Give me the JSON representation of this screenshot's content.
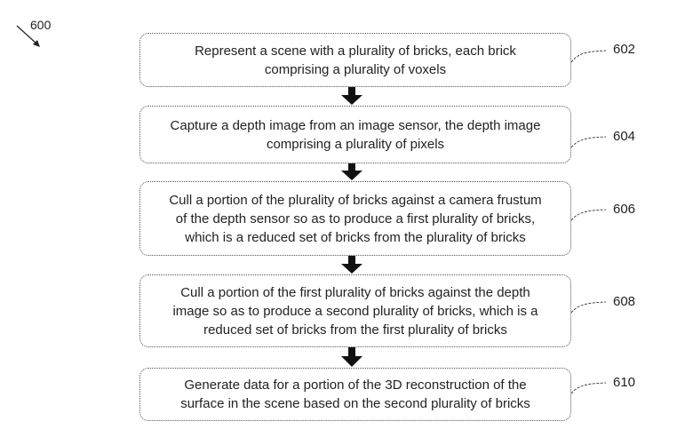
{
  "figure": {
    "label": "600"
  },
  "steps": [
    {
      "ref": "602",
      "lines": [
        "Represent a scene with a plurality of bricks, each brick",
        "comprising a plurality of voxels"
      ]
    },
    {
      "ref": "604",
      "lines": [
        "Capture a depth image from an image sensor, the depth image",
        "comprising a plurality of pixels"
      ]
    },
    {
      "ref": "606",
      "lines": [
        "Cull a portion of the plurality of bricks against a camera frustum",
        "of the depth sensor so as to produce a first plurality of bricks,",
        "which is a reduced set of bricks from the plurality of bricks"
      ]
    },
    {
      "ref": "608",
      "lines": [
        "Cull a portion of the first plurality of bricks against the depth",
        "image so as to produce a second plurality of bricks, which is a",
        "reduced set of bricks from the first plurality of bricks"
      ]
    },
    {
      "ref": "610",
      "lines": [
        "Generate data for a portion of the 3D reconstruction of the",
        "surface in the scene based on the second plurality of bricks"
      ]
    }
  ],
  "flow_arrows": [
    {
      "from": "602",
      "to": "604",
      "icon": "down-arrow-icon"
    },
    {
      "from": "604",
      "to": "606",
      "icon": "down-arrow-icon"
    },
    {
      "from": "606",
      "to": "608",
      "icon": "down-arrow-icon"
    },
    {
      "from": "608",
      "to": "610",
      "icon": "down-arrow-icon"
    }
  ]
}
